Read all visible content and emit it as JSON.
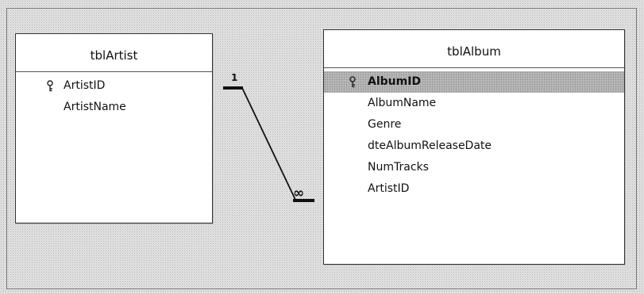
{
  "tables": [
    {
      "name": "tblArtist",
      "fields": [
        {
          "label": "ArtistID",
          "primary_key": true
        },
        {
          "label": "ArtistName",
          "primary_key": false
        }
      ]
    },
    {
      "name": "tblAlbum",
      "fields": [
        {
          "label": "AlbumID",
          "primary_key": true,
          "selected": true
        },
        {
          "label": "AlbumName",
          "primary_key": false
        },
        {
          "label": "Genre",
          "primary_key": false
        },
        {
          "label": "dteAlbumReleaseDate",
          "primary_key": false
        },
        {
          "label": "NumTracks",
          "primary_key": false
        },
        {
          "label": "ArtistID",
          "primary_key": false
        }
      ]
    }
  ],
  "relationship": {
    "one_label": "1",
    "many_label": "∞",
    "icons": [
      "key-icon",
      "relationship-line"
    ]
  }
}
